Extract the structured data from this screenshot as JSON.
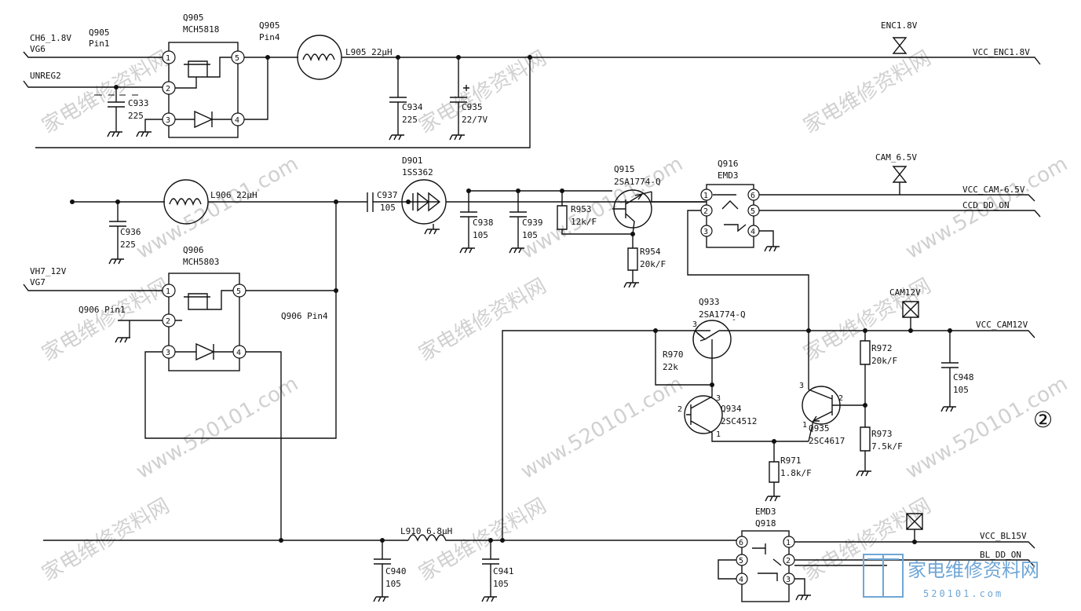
{
  "watermark": {
    "text_cn": "家电维修资料网",
    "text_url": "www.520101.com"
  },
  "logo": {
    "cn": "家电维修资料网",
    "site": "520101.com",
    "color": "#6fa6d6"
  },
  "page_marker": "②",
  "nets": {
    "ch6": "CH6_1.8V",
    "vg6": "VG6",
    "unreg2": "UNREG2",
    "vh7": "VH7_12V",
    "vg7": "VG7",
    "vcc_enc": "VCC_ENC1.8V",
    "vcc_cam65": "VCC_CAM-6.5V",
    "ccd_dd_on": "CCD_DD_ON",
    "vcc_cam12": "VCC_CAM12V",
    "vcc_bl15": "VCC_BL15V",
    "bl_dd_on": "BL_DD_ON"
  },
  "testpoints": {
    "enc": "ENC1.8V",
    "cam65": "CAM_6.5V",
    "cam12": "CAM12V"
  },
  "labels": {
    "q905_pin1": [
      "Q905",
      "Pin1"
    ],
    "q905": [
      "Q905",
      "MCH5818"
    ],
    "q905_pin4": [
      "Q905",
      "Pin4"
    ],
    "l905": "L905 22μH",
    "c933": [
      "C933",
      "225"
    ],
    "c934": [
      "C934",
      "225"
    ],
    "c935": [
      "C935",
      "22/7V"
    ],
    "l906": "L906 22μH",
    "c936": [
      "C936",
      "225"
    ],
    "c937": [
      "C937",
      "105"
    ],
    "d901": [
      "D9O1",
      "1SS362"
    ],
    "c938": [
      "C938",
      "105"
    ],
    "c939": [
      "C939",
      "105"
    ],
    "q915": [
      "Q915",
      "2SA1774-Q"
    ],
    "r953": [
      "R953",
      "12k/F"
    ],
    "r954": [
      "R954",
      "20k/F"
    ],
    "q916": [
      "Q916",
      "EMD3"
    ],
    "q906": [
      "Q906",
      "MCH5803"
    ],
    "q906_pin1": "Q906 Pin1",
    "q906_pin4": "Q906 Pin4",
    "q933": [
      "Q933",
      "2SA1774-Q"
    ],
    "r970": [
      "R970",
      "22k"
    ],
    "q934": [
      "Q934",
      "2SC4512"
    ],
    "q935": [
      "Q935",
      "2SC4617"
    ],
    "r971": [
      "R971",
      "1.8k/F"
    ],
    "r972": [
      "R972",
      "20k/F"
    ],
    "r973": [
      "R973",
      "7.5k/F"
    ],
    "c948": [
      "C948",
      "105"
    ],
    "q918": [
      "EMD3",
      "Q918"
    ],
    "l910": "L910 6.8μH",
    "c940": [
      "C940",
      "105"
    ],
    "c941": [
      "C941",
      "105"
    ]
  },
  "pins": [
    "1",
    "2",
    "3",
    "4",
    "5",
    "6"
  ],
  "transistor_pins": {
    "q933": [
      "3",
      "-"
    ],
    "q934": [
      "2",
      "3",
      "1"
    ],
    "q935": [
      "3",
      "2",
      "1"
    ]
  }
}
